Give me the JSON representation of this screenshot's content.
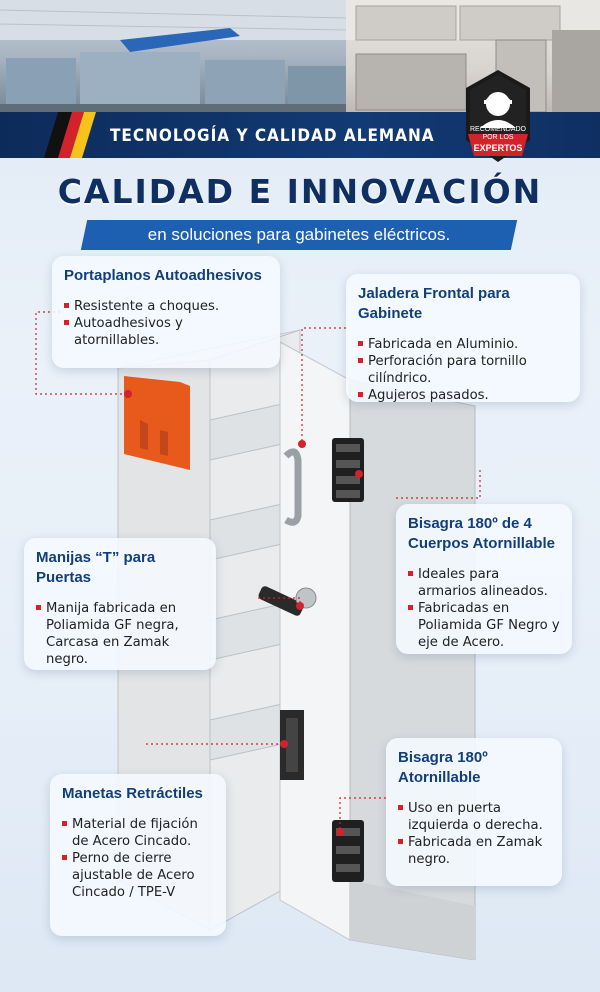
{
  "header": {
    "banner_text": "TECNOLOGÍA Y CALIDAD ALEMANA",
    "badge_line1": "RECOMENDADO POR LOS",
    "badge_line2": "EXPERTOS"
  },
  "title": "CALIDAD E INNOVACIÓN",
  "subtitle": "en soluciones para gabinetes eléctricos.",
  "cards": [
    {
      "title": "Portaplanos Autoadhesivos",
      "items": [
        "Resistente a choques.",
        "Autoadhesivos y atornillables."
      ]
    },
    {
      "title": "Jaladera Frontal para Gabinete",
      "items": [
        "Fabricada en Aluminio.",
        "Perforación para tornillo cilíndrico.",
        "Agujeros pasados."
      ]
    },
    {
      "title": "Bisagra 180º de 4 Cuerpos Atornillable",
      "items": [
        "Ideales para armarios alineados.",
        "Fabricadas en Poliamida GF Negro y eje de Acero."
      ]
    },
    {
      "title": "Manijas “T” para Puertas",
      "items": [
        "Manija fabricada en Poliamida GF negra, Carcasa en Zamak negro."
      ]
    },
    {
      "title": "Bisagra 180º Atornillable",
      "items": [
        "Uso en puerta izquierda o derecha.",
        "Fabricada en Zamak negro."
      ]
    },
    {
      "title": "Manetas Retráctiles",
      "items": [
        "Material de fijación de Acero Cincado.",
        "Perno de cierre ajustable de Acero Cincado / TPE-V"
      ]
    }
  ],
  "colors": {
    "navy": "#0f2f62",
    "accent_blue": "#1d5fb0",
    "red": "#d2232a",
    "orange": "#e8591c"
  }
}
